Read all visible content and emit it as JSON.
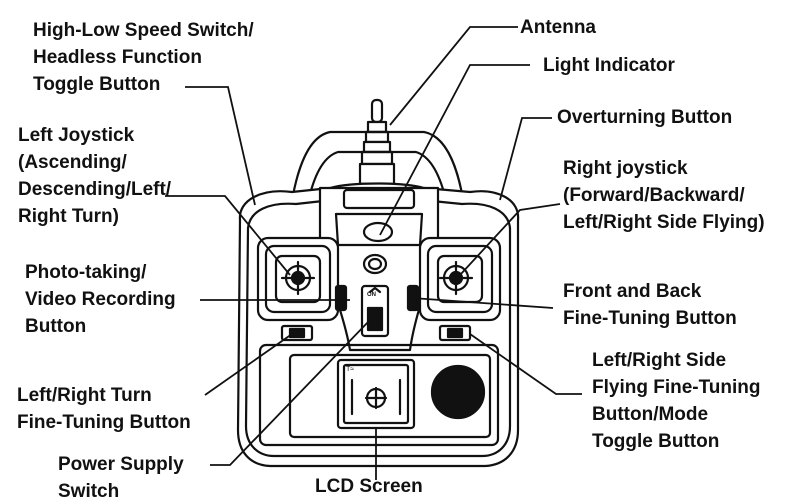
{
  "colors": {
    "ink": "#111111",
    "background": "#ffffff"
  },
  "labels": {
    "speed_switch": [
      "High-Low Speed Switch/",
      "Headless Function",
      "Toggle Button"
    ],
    "antenna": [
      "Antenna"
    ],
    "light_indicator": [
      "Light Indicator"
    ],
    "overturning_button": [
      "Overturning Button"
    ],
    "left_joystick": [
      "Left Joystick",
      "(Ascending/",
      "Descending/Left/",
      "Right Turn)"
    ],
    "right_joystick": [
      "Right joystick",
      "(Forward/Backward/",
      "Left/Right Side Flying)"
    ],
    "photo_button": [
      "Photo-taking/",
      "Video Recording",
      "Button"
    ],
    "front_back_trim": [
      "Front and Back",
      "Fine-Tuning Button"
    ],
    "left_right_turn_trim": [
      "Left/Right Turn",
      "Fine-Tuning Button"
    ],
    "side_flying_trim": [
      "Left/Right Side",
      "Flying Fine-Tuning",
      "Button/Mode",
      "Toggle Button"
    ],
    "power_switch": [
      "Power Supply",
      "Switch"
    ],
    "lcd_screen": [
      "LCD Screen"
    ]
  },
  "device": {
    "power_switch_mark": "ON",
    "lcd_channel_text": "T≈"
  }
}
